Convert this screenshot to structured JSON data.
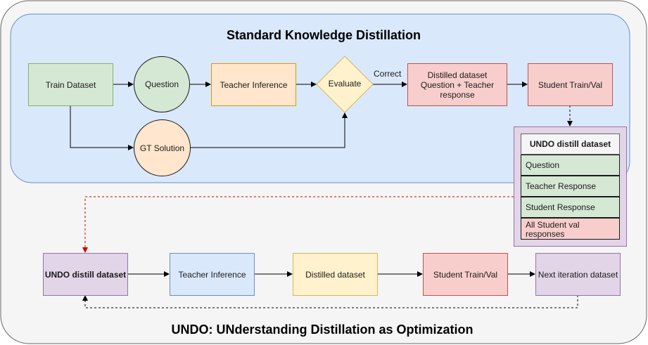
{
  "outer_panel": {
    "title": "UNDO: UNderstanding Distillation as Optimization"
  },
  "top_panel": {
    "title": "Standard Knowledge Distillation"
  },
  "top_flow": {
    "train_dataset": "Train Dataset",
    "question": "Question",
    "teacher_inference": "Teacher Inference",
    "evaluate": "Evaluate",
    "correct_label": "Correct",
    "distilled_dataset": "Distilled dataset Question + Teacher response",
    "student_train_val": "Student Train/Val",
    "gt_solution": "GT Solution"
  },
  "undo_table": {
    "header": "UNDO distill dataset",
    "rows": [
      "Question",
      "Teacher Response",
      "Student Response",
      "All Student val responses"
    ]
  },
  "bottom_flow": {
    "undo_distill_dataset": "UNDO distill dataset",
    "teacher_inference": "Teacher Inference",
    "distilled_dataset": "Distilled dataset",
    "student_train_val": "Student Train/Val",
    "next_iteration_dataset": "Next iteration dataset"
  },
  "colors": {
    "green_fill": "#d5e8d4",
    "orange_fill": "#ffe6cc",
    "red_fill": "#f8cecc",
    "blue_fill": "#dae8fc",
    "yellow_fill": "#fff2cc",
    "purple_fill": "#e1d5e7",
    "red_connector": "#cc0000"
  }
}
